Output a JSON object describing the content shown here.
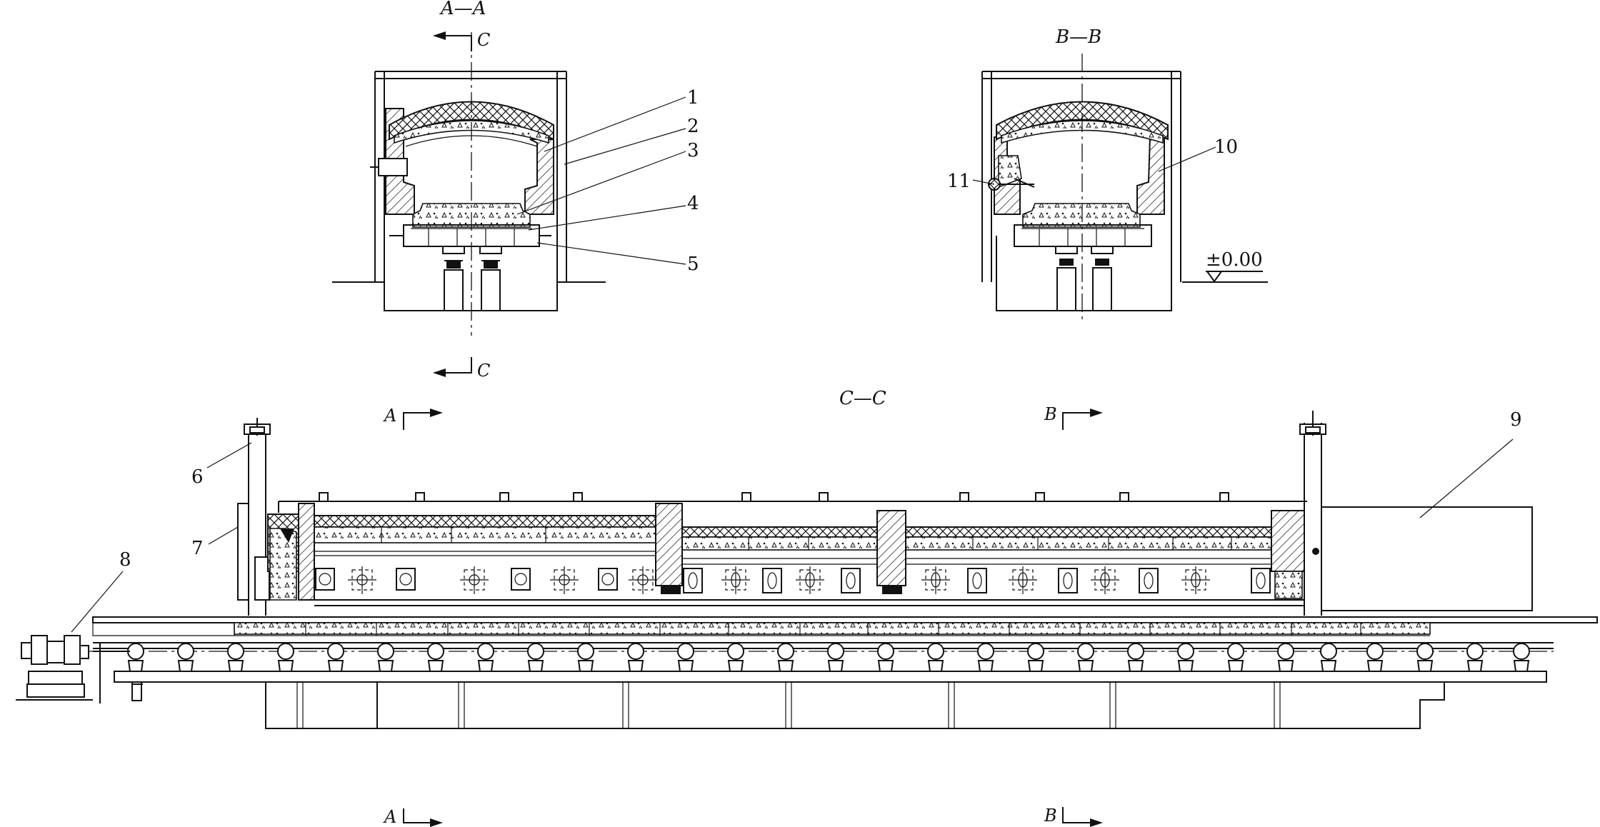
{
  "section_labels": {
    "aa": "A—A",
    "bb": "B—B",
    "cc": "C—C"
  },
  "cut_letters": {
    "a": "A",
    "b": "B",
    "c": "C"
  },
  "elevation_mark": "±0.00",
  "callouts": [
    "1",
    "2",
    "3",
    "4",
    "5",
    "6",
    "7",
    "8",
    "9",
    "10",
    "11"
  ]
}
